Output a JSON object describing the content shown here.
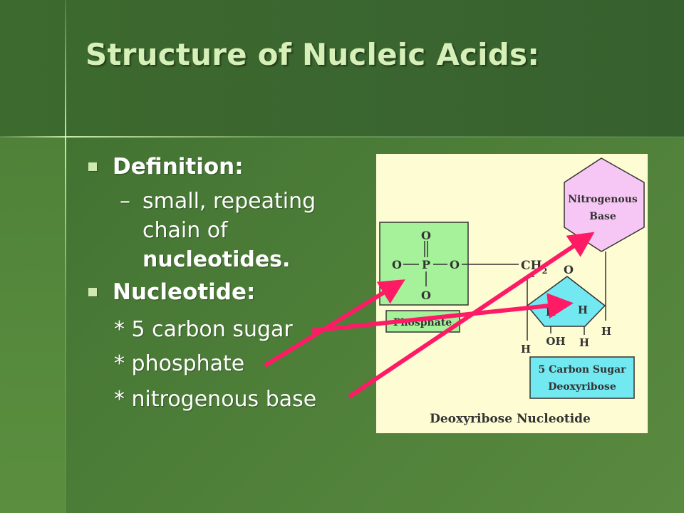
{
  "slide": {
    "title": "Structure of Nucleic Acids:",
    "definition_heading": "Definition:",
    "definition_dash": "–",
    "definition_line1": "small, repeating",
    "definition_line2": "chain of",
    "definition_line3": "nucleotides.",
    "nucleotide_heading": "Nucleotide:",
    "items": [
      "* 5 carbon sugar",
      "* phosphate",
      "* nitrogenous base"
    ]
  },
  "figure": {
    "caption": "Deoxyribose Nucleotide",
    "base_label_line1": "Nitrogenous",
    "base_label_line2": "Base",
    "phosphate_label": "Phosphate",
    "sugar_label_line1": "5 Carbon Sugar",
    "sugar_label_line2": "Deoxyribose",
    "atoms": {
      "o_top": "O",
      "o_left": "O",
      "p": "P",
      "o_right": "O",
      "o_bottom": "O",
      "ch2": "CH",
      "ch2_sub": "2",
      "o_ring": "O",
      "h_left_ring": "H",
      "h_right_ring": "H",
      "oh": "OH",
      "h_bottom_mid": "H",
      "h_far_left": "H",
      "h_far_right": "H"
    }
  },
  "colors": {
    "title": "#d6f0b8",
    "arrow": "#ff1a66",
    "phosphate_fill": "#a6f29a",
    "base_fill": "#f6c7f4",
    "sugar_fill": "#72e8f0"
  }
}
